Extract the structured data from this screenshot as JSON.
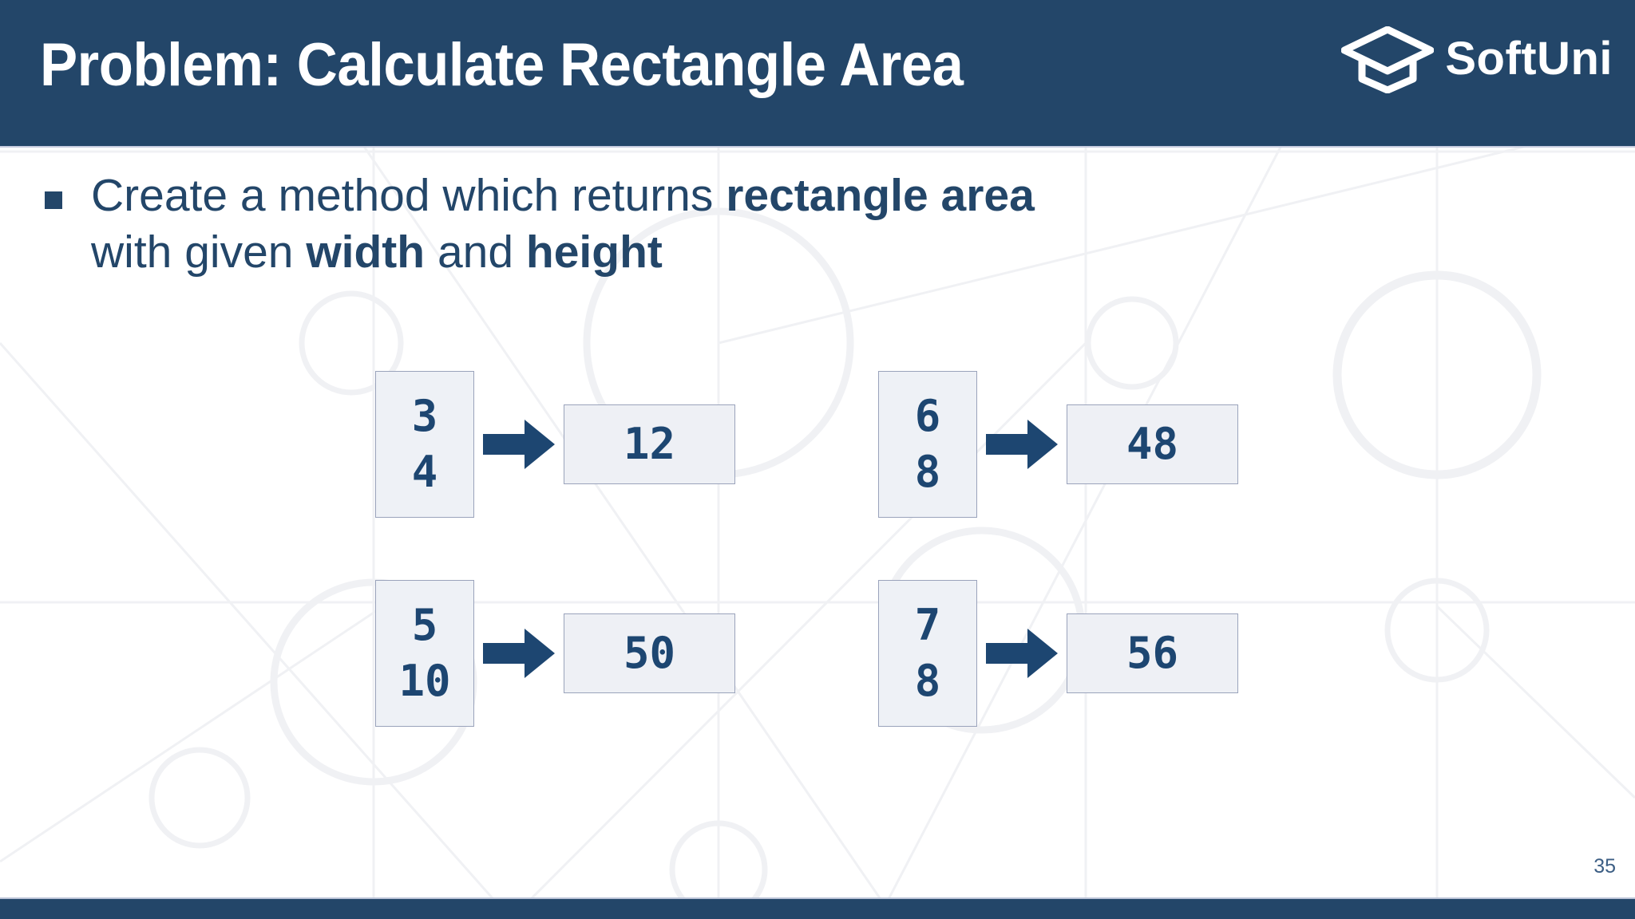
{
  "header": {
    "title": "Problem: Calculate Rectangle Area",
    "bg_color": "#234669",
    "title_color": "#ffffff",
    "logo": {
      "icon": "graduation-cap-icon",
      "wordmark": "SoftUni"
    }
  },
  "body": {
    "bullet_marker": "square-bullet",
    "bullet": {
      "line1_pre": "Create a method which returns ",
      "line1_bold": "rectangle area",
      "line2_pre": "with given ",
      "line2_bold1": "width",
      "line2_mid": " and ",
      "line2_bold2": "height"
    }
  },
  "examples": [
    {
      "name": "example-1",
      "inputs": [
        "3",
        "4"
      ],
      "arrow": "right-arrow-icon",
      "output": "12",
      "out_width": 215
    },
    {
      "name": "example-2",
      "inputs": [
        "6",
        "8"
      ],
      "arrow": "right-arrow-icon",
      "output": "48",
      "out_width": 215
    },
    {
      "name": "example-3",
      "inputs": [
        "5",
        "10"
      ],
      "arrow": "right-arrow-icon",
      "output": "50",
      "out_width": 215
    },
    {
      "name": "example-4",
      "inputs": [
        "7",
        "8"
      ],
      "arrow": "right-arrow-icon",
      "output": "56",
      "out_width": 215
    }
  ],
  "footer": {
    "slide_number": "35",
    "bar_color": "#234669"
  },
  "theme": {
    "navy": "#234669",
    "accent_navy": "#1d4671",
    "box_fill": "#eef1f6",
    "box_border": "#9aa3bb",
    "watermark": "#f0f1f4"
  }
}
